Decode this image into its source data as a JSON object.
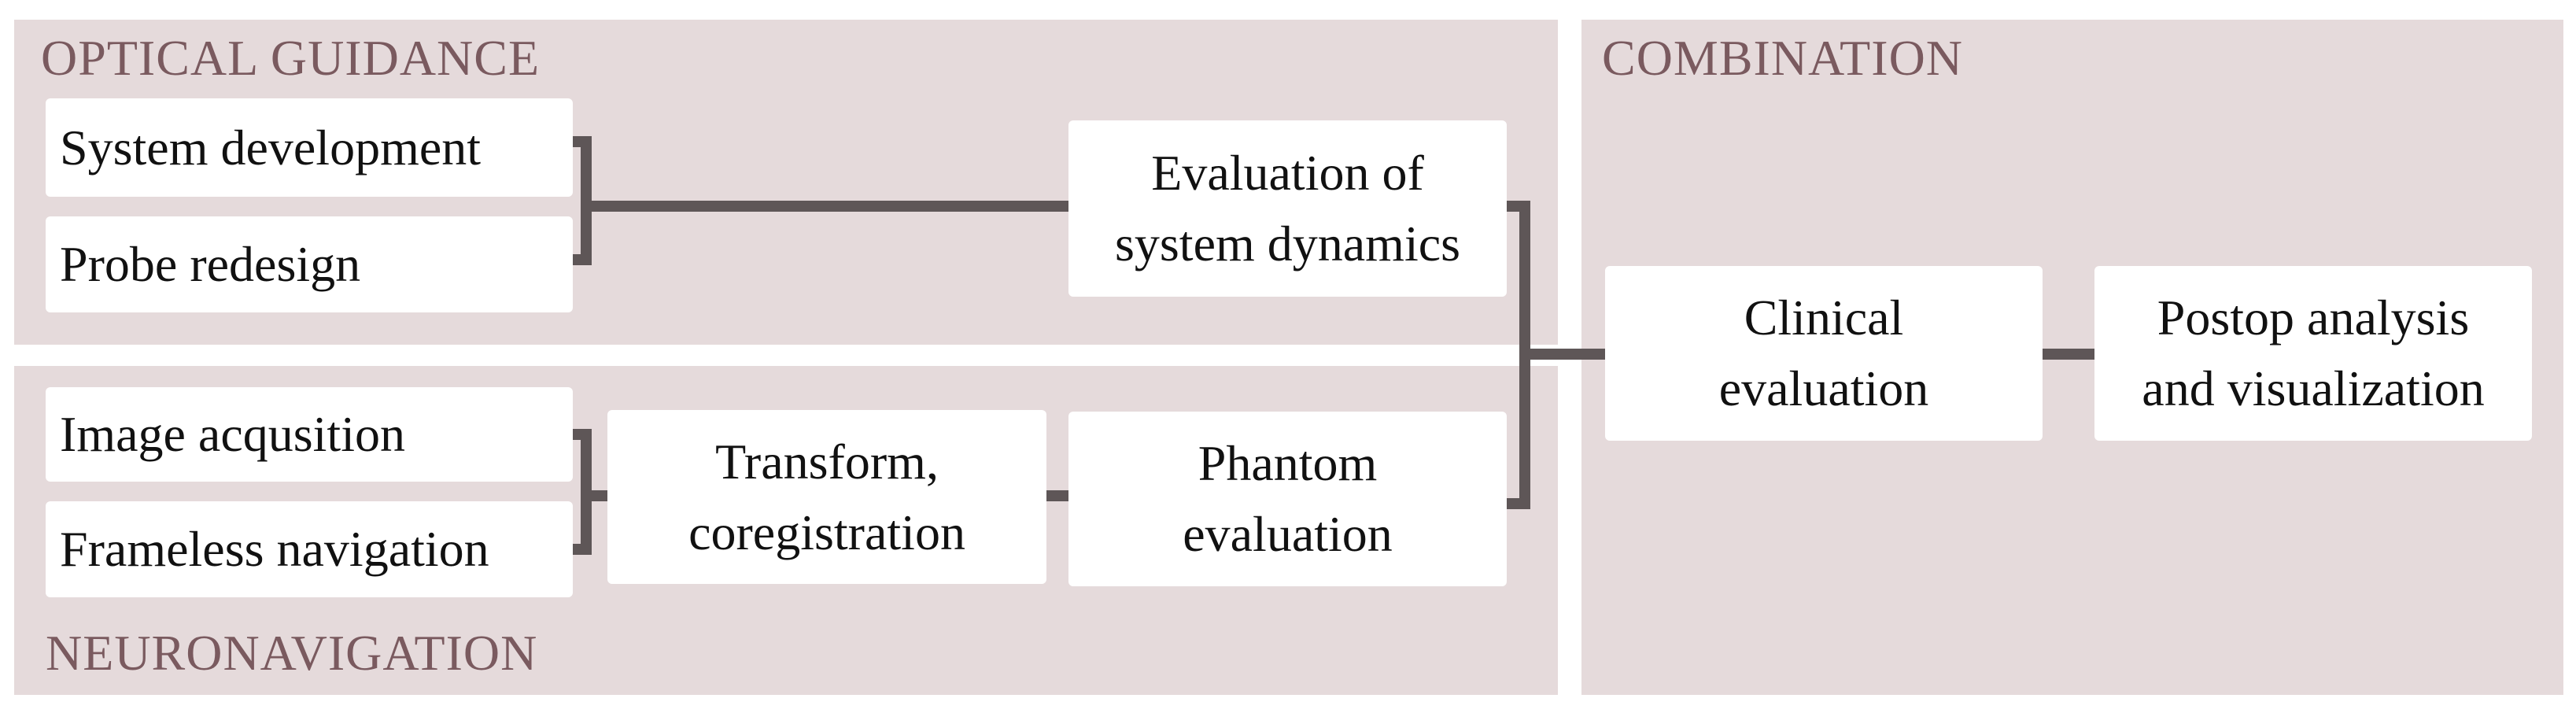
{
  "colors": {
    "panel": "#e5dadb",
    "section_title": "#7a5a5f",
    "connector": "#5e5657",
    "box": "#ffffff",
    "text": "#111111"
  },
  "sections": {
    "optical_guidance": "OPTICAL GUIDANCE",
    "neuronavigation": "NEURONAVIGATION",
    "combination": "COMBINATION"
  },
  "boxes": {
    "system_development": "System development",
    "probe_redesign": "Probe redesign",
    "evaluation_system_dynamics": "Evaluation of\nsystem dynamics",
    "image_acquisition": "Image acqusition",
    "frameless_navigation": "Frameless navigation",
    "transform_coregistration": "Transform,\ncoregistration",
    "phantom_evaluation": "Phantom\nevaluation",
    "clinical_evaluation": "Clinical\nevaluation",
    "postop_analysis": "Postop analysis\nand visualization"
  }
}
